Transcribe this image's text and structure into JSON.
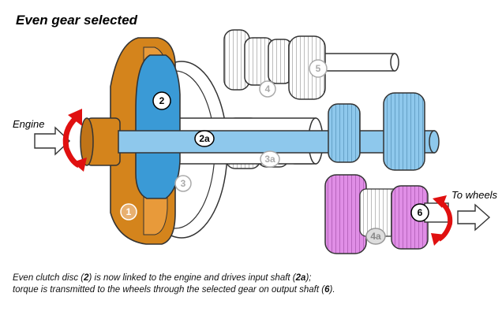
{
  "title": "Even gear selected",
  "labels": {
    "engine": "Engine",
    "to_wheels": "To wheels"
  },
  "callouts": {
    "c1": "1",
    "c2": "2",
    "c2a": "2a",
    "c3": "3",
    "c3a": "3a",
    "c4": "4",
    "c4a": "4a",
    "c5": "5",
    "c6": "6"
  },
  "caption": {
    "line1_pre": "Even clutch disc (",
    "line1_ref1": "2",
    "line1_mid": ") is now linked to the engine and drives input shaft (",
    "line1_ref2": "2a",
    "line1_post": ");",
    "line2_pre": "torque is transmitted to the wheels through the selected gear on output shaft (",
    "line2_ref": "6",
    "line2_post": ")."
  },
  "colors": {
    "engine_clutch": "#d4841c",
    "even_shaft": "#8ec8ec",
    "even_clutch": "#3a9ad6",
    "output_gear": "#e08ee6",
    "rotation_arrow": "#e01010",
    "ghost": "#ffffff"
  }
}
